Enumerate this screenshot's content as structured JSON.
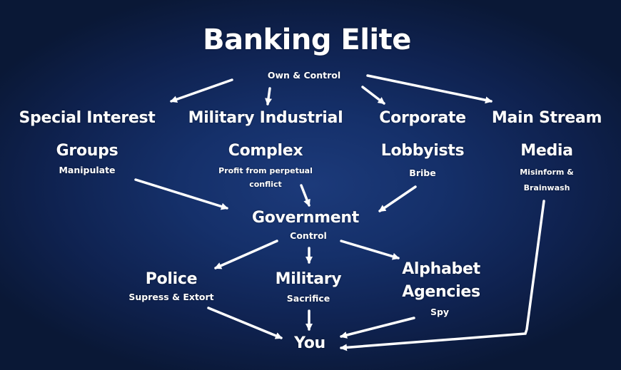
{
  "title": "Banking Elite",
  "top_relation": "Own & Control",
  "nodes": {
    "special_interest": {
      "line1": "Special Interest",
      "line2": "Groups",
      "action": "Manipulate"
    },
    "military_industrial": {
      "line1": "Military Industrial",
      "line2": "Complex",
      "action_line1": "Profit from perpetual",
      "action_line2": "conflict"
    },
    "corporate": {
      "line1": "Corporate",
      "line2": "Lobbyists",
      "action": "Bribe"
    },
    "media": {
      "line1": "Main Stream",
      "line2": "Media",
      "action_line1": "Misinform &",
      "action_line2": "Brainwash"
    },
    "government": {
      "label": "Government",
      "action": "Control"
    },
    "police": {
      "label": "Police",
      "action": "Supress & Extort"
    },
    "military": {
      "label": "Military",
      "action": "Sacrifice"
    },
    "alphabet": {
      "line1": "Alphabet",
      "line2": "Agencies",
      "action": "Spy"
    },
    "you": {
      "label": "You"
    }
  },
  "colors": {
    "background": "#15306a",
    "text": "#ffffff",
    "arrow": "#ffffff"
  }
}
